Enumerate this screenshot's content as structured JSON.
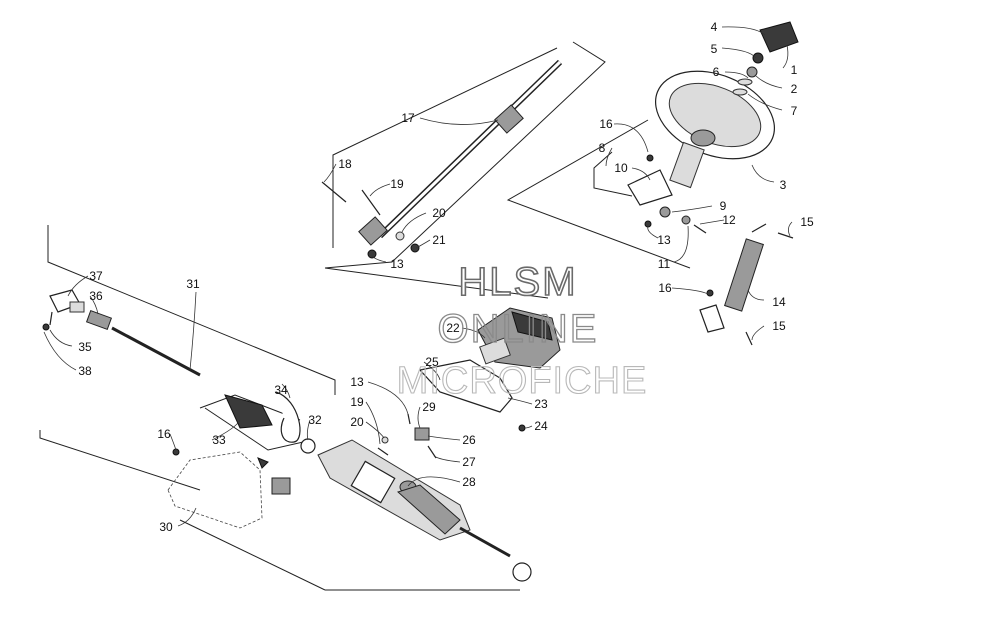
{
  "watermark": {
    "line1": "HLSM",
    "line2": "ONLINE",
    "line3": "MICROFICHE"
  },
  "callouts": [
    {
      "id": "c1",
      "label": "1"
    },
    {
      "id": "c2",
      "label": "2"
    },
    {
      "id": "c3",
      "label": "3"
    },
    {
      "id": "c4",
      "label": "4"
    },
    {
      "id": "c5",
      "label": "5"
    },
    {
      "id": "c6",
      "label": "6"
    },
    {
      "id": "c7",
      "label": "7"
    },
    {
      "id": "c8",
      "label": "8"
    },
    {
      "id": "c9",
      "label": "9"
    },
    {
      "id": "c10",
      "label": "10"
    },
    {
      "id": "c11",
      "label": "11"
    },
    {
      "id": "c12",
      "label": "12"
    },
    {
      "id": "c13a",
      "label": "13"
    },
    {
      "id": "c13b",
      "label": "13"
    },
    {
      "id": "c13c",
      "label": "13"
    },
    {
      "id": "c14",
      "label": "14"
    },
    {
      "id": "c15a",
      "label": "15"
    },
    {
      "id": "c15b",
      "label": "15"
    },
    {
      "id": "c16a",
      "label": "16"
    },
    {
      "id": "c16b",
      "label": "16"
    },
    {
      "id": "c16c",
      "label": "16"
    },
    {
      "id": "c17",
      "label": "17"
    },
    {
      "id": "c18",
      "label": "18"
    },
    {
      "id": "c19a",
      "label": "19"
    },
    {
      "id": "c19b",
      "label": "19"
    },
    {
      "id": "c20a",
      "label": "20"
    },
    {
      "id": "c20b",
      "label": "20"
    },
    {
      "id": "c21",
      "label": "21"
    },
    {
      "id": "c22",
      "label": "22"
    },
    {
      "id": "c23",
      "label": "23"
    },
    {
      "id": "c24",
      "label": "24"
    },
    {
      "id": "c25",
      "label": "25"
    },
    {
      "id": "c26",
      "label": "26"
    },
    {
      "id": "c27",
      "label": "27"
    },
    {
      "id": "c28",
      "label": "28"
    },
    {
      "id": "c29",
      "label": "29"
    },
    {
      "id": "c30",
      "label": "30"
    },
    {
      "id": "c31",
      "label": "31"
    },
    {
      "id": "c32",
      "label": "32"
    },
    {
      "id": "c33",
      "label": "33"
    },
    {
      "id": "c34",
      "label": "34"
    },
    {
      "id": "c35",
      "label": "35"
    },
    {
      "id": "c36",
      "label": "36"
    },
    {
      "id": "c37",
      "label": "37"
    },
    {
      "id": "c38",
      "label": "38"
    }
  ]
}
